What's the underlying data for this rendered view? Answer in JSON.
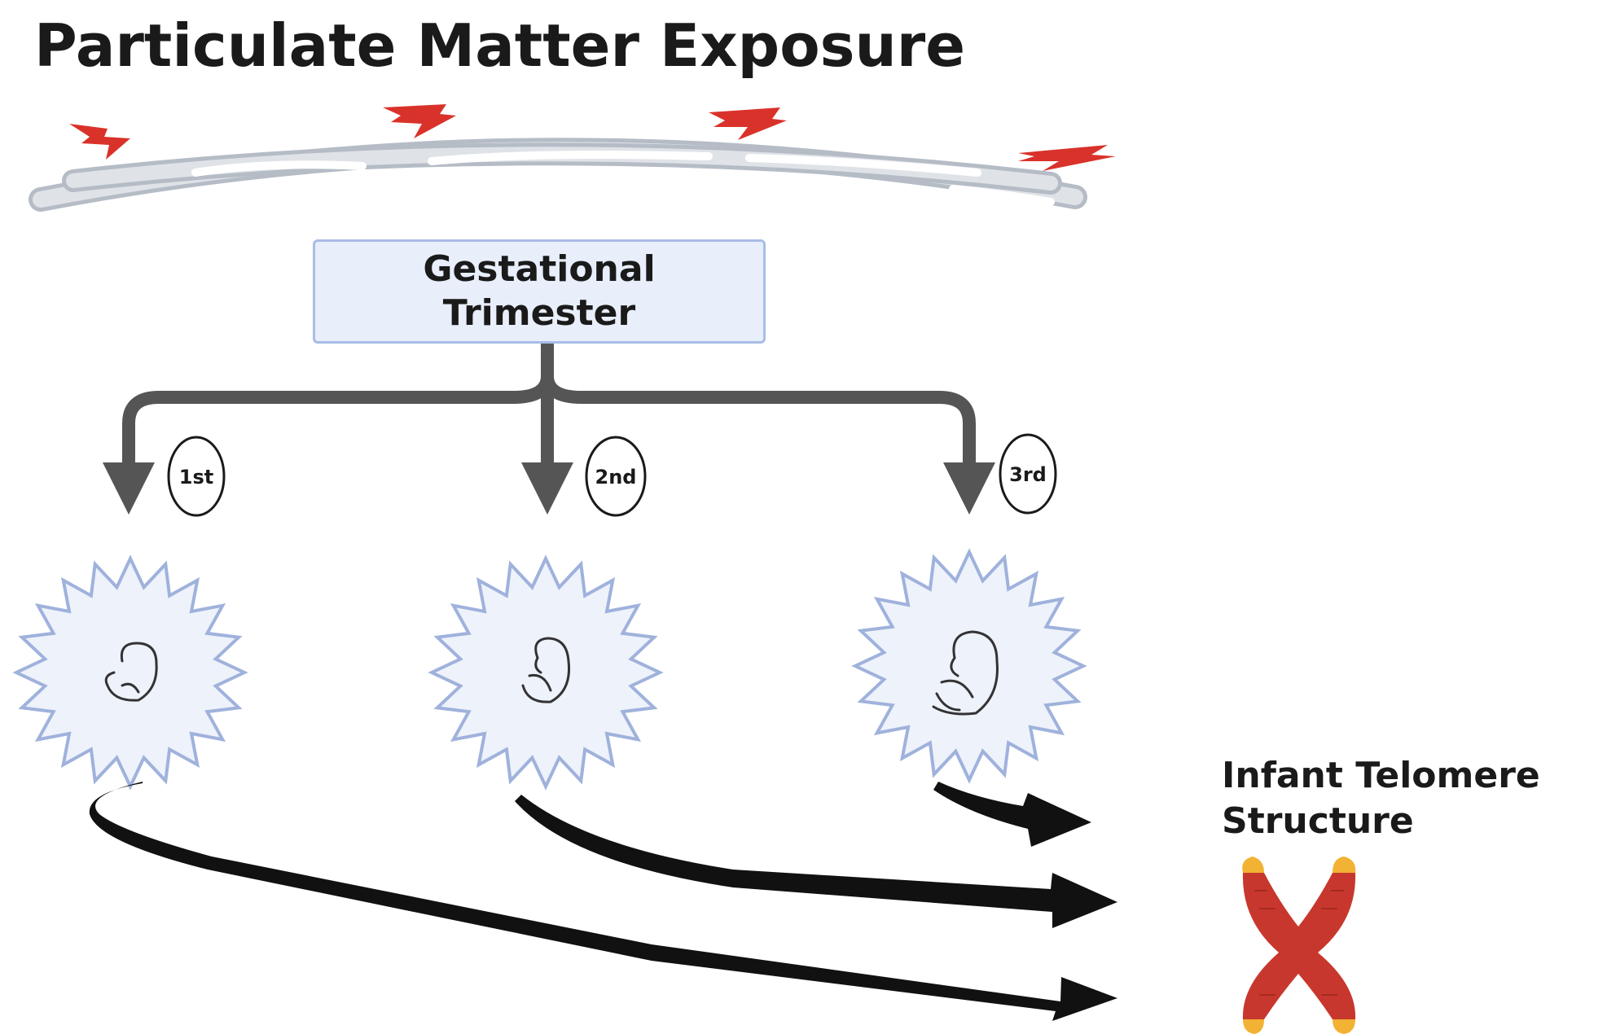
{
  "title": "Particulate Matter Exposure",
  "exposure_source": {
    "box_line1": "Gestational",
    "box_line2": "Trimester"
  },
  "trimesters": [
    {
      "label": "1st"
    },
    {
      "label": "2nd"
    },
    {
      "label": "3rd"
    }
  ],
  "outcome": {
    "line1": "Infant Telomere",
    "line2": "Structure"
  },
  "colors": {
    "pollution": "#d9322a",
    "arrow_gray": "#555555",
    "arrow_black": "#111111",
    "cell_fill": "#eef2fa",
    "cell_stroke": "#9fb2dc",
    "chromosome": "#c8372d",
    "telomere": "#f2b233"
  },
  "icons": [
    "lightning-icon",
    "lung-airway-icon",
    "fetus-icon",
    "chromosome-icon"
  ]
}
